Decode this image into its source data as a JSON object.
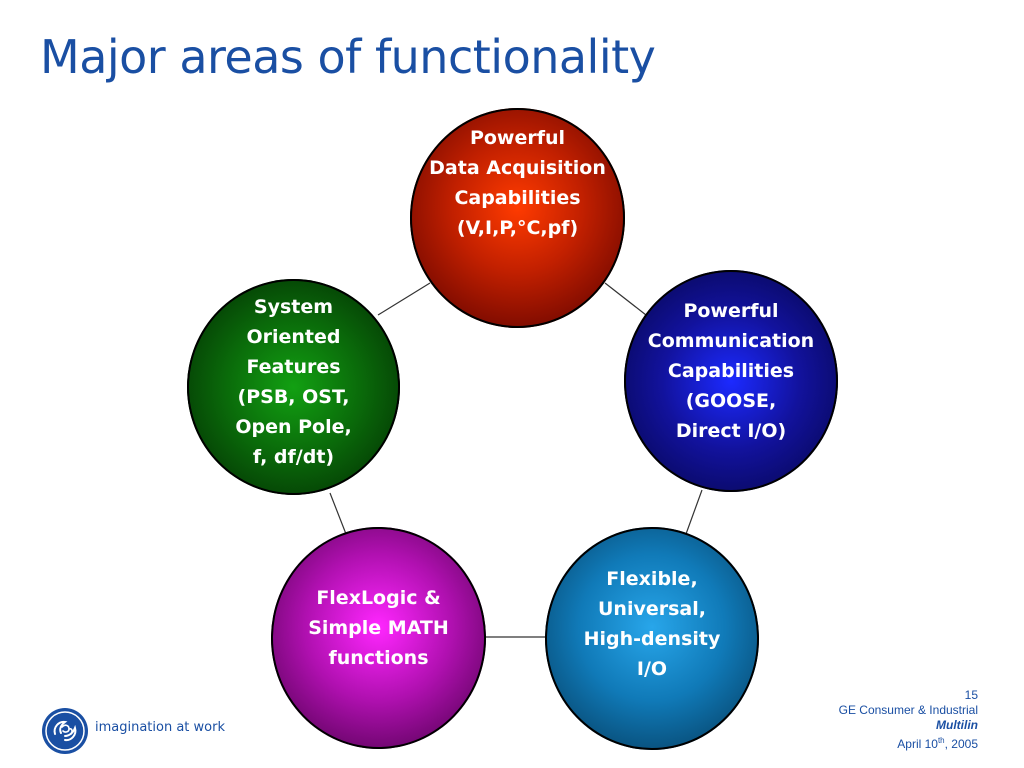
{
  "slide": {
    "title": "Major areas of functionality"
  },
  "nodes": [
    {
      "id": "data-acquisition",
      "text": "Powerful\nData Acquisition\nCapabilities\n(V,I,P,°C,pf)",
      "color": "#c22000"
    },
    {
      "id": "communication",
      "text": "Powerful\nCommunication\nCapabilities\n(GOOSE,\nDirect I/O)",
      "color": "#12129c"
    },
    {
      "id": "io",
      "text": "Flexible,\nUniversal,\nHigh-density\nI/O",
      "color": "#107ab8"
    },
    {
      "id": "flexlogic",
      "text": "FlexLogic &\nSimple MATH\nfunctions",
      "color": "#b010b0"
    },
    {
      "id": "system",
      "text": "System\nOriented\nFeatures\n(PSB, OST,\nOpen Pole,\nf, df/dt)",
      "color": "#0a6a0a"
    }
  ],
  "footer": {
    "page_number": "15",
    "company": "GE Consumer & Industrial",
    "brand": "Multilin",
    "date_prefix": "April 10",
    "date_sup": "th",
    "date_suffix": ", 2005",
    "tagline": "imagination at work"
  },
  "colors": {
    "title": "#1a4fa3",
    "connector": "#333333"
  },
  "icons": {
    "logo": "ge-monogram-logo"
  }
}
